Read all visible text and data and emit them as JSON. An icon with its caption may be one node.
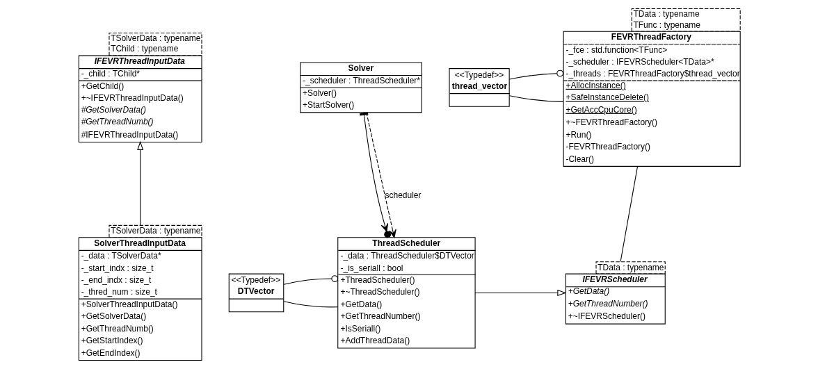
{
  "diagram": {
    "nodes": [
      {
        "text": [
          "IFEVRThreadInputData",
          "-_child : TChild*",
          "+GetChild()",
          "+~IFEVRThreadInputData()",
          "#GetSolverData()",
          "#GetThreadNumb()",
          "#IFEVRThreadInputData()"
        ],
        "beside": [
          "TSolverData : typename",
          "TChild : typename"
        ]
      },
      {
        "text": [
          "SolverThreadInputData",
          "-_data : TSolverData*",
          "-_start_indx : size_t",
          "-_end_indx : size_t",
          "-_thred_num : size_t",
          "+SolverThreadInputData()",
          "+GetSolverData()",
          "+GetThreadNumb()",
          "+GetStartIndex()",
          "+GetEndIndex()"
        ],
        "beside": [
          "TSolverData : typename"
        ]
      },
      {
        "text": [
          "Solver",
          "-_scheduler : ThreadScheduler*",
          "+Solver()",
          "+StartSolver()"
        ]
      },
      {
        "text": [
          "FEVRThreadFactory",
          "-_fce : std.function<TFunc>",
          "-_scheduler : IFEVRScheduler<TData>*",
          "-_threads : FEVRThreadFactory$thread_vector",
          "+AllocInstance()",
          "+SafeInstanceDelete()",
          "+GetAccCpuCore()",
          "+~FEVRThreadFactory()",
          "+Run()",
          "-FEVRThreadFactory()",
          "-Clear()"
        ],
        "beside": [
          "TData : typename",
          "TFunc : typename"
        ]
      },
      {
        "text": [
          "<<Typedef>>",
          "thread_vector"
        ]
      },
      {
        "text": [
          "<<Typedef>>",
          "DTVector"
        ]
      },
      {
        "text": [
          "ThreadScheduler",
          "-_data : ThreadScheduler$DTVector",
          "-_is_seriall : bool",
          "+ThreadScheduler()",
          "+~ThreadScheduler()",
          "+GetData()",
          "+GetThreadNumber()",
          "+IsSeriall()",
          "+AddThreadData()"
        ]
      },
      {
        "text": [
          "IFEVRScheduler",
          "+GetData()",
          "+GetThreadNumber()",
          "+~IFEVRScheduler()"
        ],
        "beside": [
          "TData : typename"
        ]
      }
    ],
    "edges": [
      {
        "from": 1,
        "to": 0,
        "arrow": "to"
      },
      {
        "from": 2,
        "to": 6,
        "arrow": "to"
      },
      {
        "from": 2,
        "to": 6,
        "arrow": "to",
        "style": "dashed",
        "label": "scheduler"
      },
      {
        "from": 6,
        "to": 7,
        "arrow": "to"
      },
      {
        "from": 5,
        "to": 6,
        "arrow": "none"
      },
      {
        "from": 5,
        "to": 6,
        "arrow": "other"
      },
      {
        "from": 4,
        "to": 3,
        "arrow": "none"
      },
      {
        "from": 4,
        "to": 3,
        "arrow": "other"
      },
      {
        "from": 3,
        "to": 7,
        "arrow": "none"
      }
    ]
  }
}
